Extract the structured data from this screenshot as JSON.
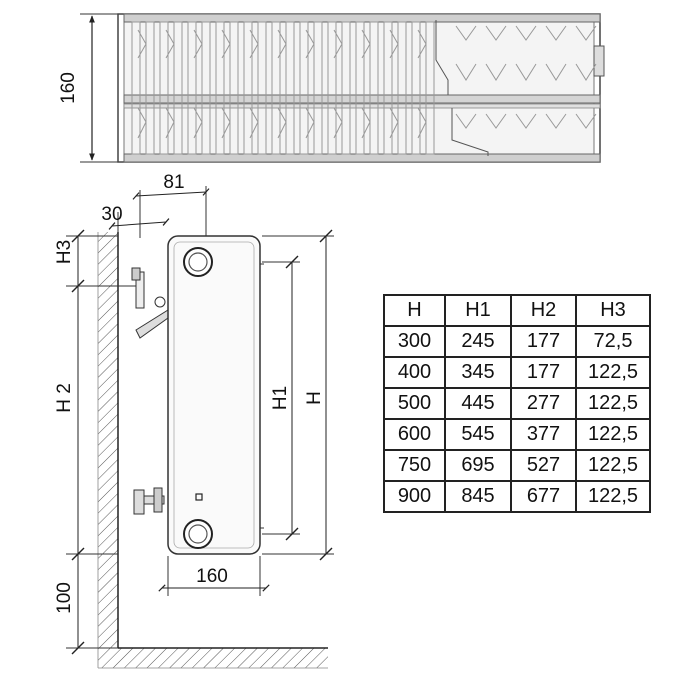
{
  "top_view": {
    "depth_label": "160"
  },
  "side_view": {
    "offset_label": "81",
    "wall_gap_label": "30",
    "h3_label": "H3",
    "h2_label": "H 2",
    "floor_gap_label": "100",
    "width_label": "160",
    "h1_label": "H1",
    "h_label": "H"
  },
  "table": {
    "headers": [
      "H",
      "H1",
      "H2",
      "H3"
    ],
    "rows": [
      [
        "300",
        "245",
        "177",
        "72,5"
      ],
      [
        "400",
        "345",
        "177",
        "122,5"
      ],
      [
        "500",
        "445",
        "277",
        "122,5"
      ],
      [
        "600",
        "545",
        "377",
        "122,5"
      ],
      [
        "750",
        "695",
        "527",
        "122,5"
      ],
      [
        "900",
        "845",
        "677",
        "122,5"
      ]
    ]
  }
}
